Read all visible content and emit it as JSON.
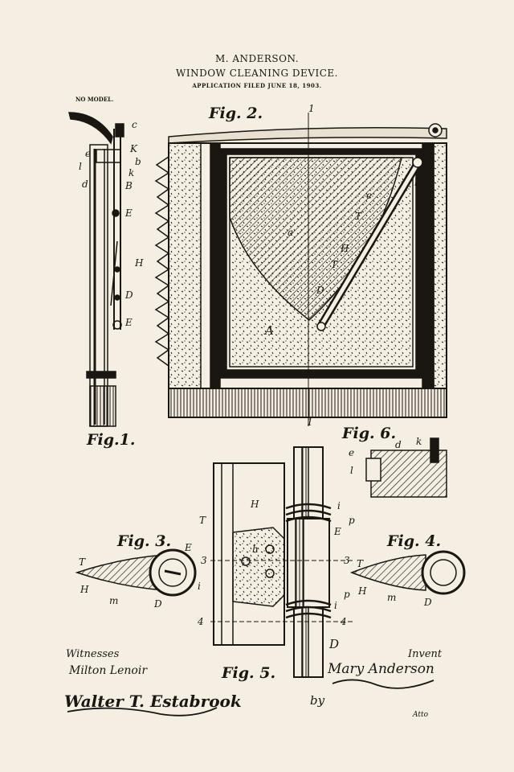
{
  "header": {
    "inventor": "M. ANDERSON.",
    "title": "WINDOW CLEANING DEVICE.",
    "application": "APPLICATION FILED JUNE 18, 1903."
  },
  "no_model": "NO MODEL.",
  "figures": {
    "fig1": "Fig.1.",
    "fig2": "Fig. 2.",
    "fig3": "Fig. 3.",
    "fig4": "Fig. 4.",
    "fig5": "Fig. 5.",
    "fig6": "Fig. 6."
  },
  "labels": {
    "c": "c",
    "K": "K",
    "b": "b",
    "k": "k",
    "l": "l",
    "d": "d",
    "e": "e",
    "B": "B",
    "E": "E",
    "H": "H",
    "D": "D",
    "a": "a",
    "A": "A",
    "T": "T",
    "i": "i",
    "p": "p",
    "m": "m",
    "h": "h",
    "one": "1",
    "three": "3",
    "four": "4"
  },
  "signatures": {
    "witnesses_label": "Witnesses",
    "witness1": "Milton Lenoir",
    "witness2": "Walter T. Estabrook",
    "inventor_label": "Invent",
    "inventor_signature": "Mary Anderson",
    "by": "by",
    "attorney_label": "Atto"
  },
  "colors": {
    "paper": "#f5efe3",
    "ink": "#1a1612"
  }
}
